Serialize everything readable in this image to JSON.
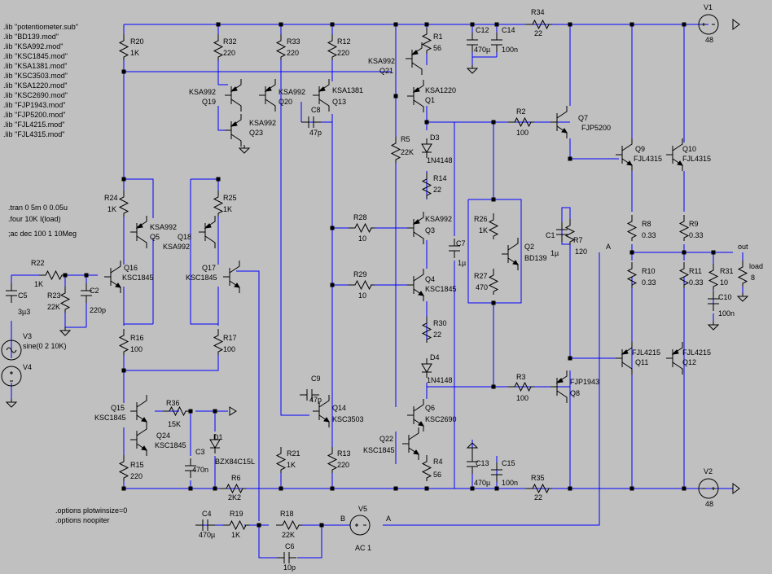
{
  "directives": {
    "libs": [
      ".lib \"potentiometer.sub\"",
      ".lib \"BD139.mod\"",
      ".lib \"KSA992.mod\"",
      ".lib \"KSC1845.mod\"",
      ".lib \"KSA1381.mod\"",
      ".lib \"KSC3503.mod\"",
      ".lib \"KSA1220.mod\"",
      ".lib \"KSC2690.mod\"",
      ".lib \"FJP1943.mod\"",
      ".lib \"FJP5200.mod\"",
      ".lib \"FJL4215.mod\"",
      ".lib \"FJL4315.mod\""
    ],
    "analysis": [
      ".tran 0 5m 0 0.05u",
      ".four 10K I(load)",
      ";ac dec 100 1 10Meg"
    ],
    "options": [
      ".options plotwinsize=0",
      ".options noopiter"
    ]
  },
  "components": {
    "resistors": [
      {
        "ref": "R20",
        "value": "1K"
      },
      {
        "ref": "R32",
        "value": "220"
      },
      {
        "ref": "R33",
        "value": "220"
      },
      {
        "ref": "R12",
        "value": "220"
      },
      {
        "ref": "R1",
        "value": "56"
      },
      {
        "ref": "R34",
        "value": "22"
      },
      {
        "ref": "R5",
        "value": "22K"
      },
      {
        "ref": "R14",
        "value": "22"
      },
      {
        "ref": "R2",
        "value": "100"
      },
      {
        "ref": "R24",
        "value": "1K"
      },
      {
        "ref": "R25",
        "value": "1K"
      },
      {
        "ref": "R28",
        "value": "10"
      },
      {
        "ref": "R26",
        "value": "1K"
      },
      {
        "ref": "R7",
        "value": "120"
      },
      {
        "ref": "R8",
        "value": "0.33"
      },
      {
        "ref": "R9",
        "value": "0.33"
      },
      {
        "ref": "R22",
        "value": "1K"
      },
      {
        "ref": "R23",
        "value": "22K"
      },
      {
        "ref": "R29",
        "value": "10"
      },
      {
        "ref": "R27",
        "value": "470"
      },
      {
        "ref": "R10",
        "value": "0.33"
      },
      {
        "ref": "R11",
        "value": "0.33"
      },
      {
        "ref": "R31",
        "value": "10"
      },
      {
        "ref": "R16",
        "value": "100"
      },
      {
        "ref": "R17",
        "value": "100"
      },
      {
        "ref": "R30",
        "value": "22"
      },
      {
        "ref": "R3",
        "value": "100"
      },
      {
        "ref": "R36",
        "value": "15K"
      },
      {
        "ref": "R21",
        "value": "1K"
      },
      {
        "ref": "R13",
        "value": "220"
      },
      {
        "ref": "R4",
        "value": "56"
      },
      {
        "ref": "R15",
        "value": "220"
      },
      {
        "ref": "R6",
        "value": "2K2"
      },
      {
        "ref": "R35",
        "value": "22"
      },
      {
        "ref": "R19",
        "value": "1K"
      },
      {
        "ref": "R18",
        "value": "22K"
      }
    ],
    "capacitors": [
      {
        "ref": "C12",
        "value": "470µ"
      },
      {
        "ref": "C14",
        "value": "100n"
      },
      {
        "ref": "C8",
        "value": "47p"
      },
      {
        "ref": "C5",
        "value": "3µ3"
      },
      {
        "ref": "C2",
        "value": "220p"
      },
      {
        "ref": "C7",
        "value": "1µ"
      },
      {
        "ref": "C1",
        "value": "1µ"
      },
      {
        "ref": "C10",
        "value": "100n"
      },
      {
        "ref": "C9",
        "value": "47p"
      },
      {
        "ref": "C3",
        "value": "470n"
      },
      {
        "ref": "C13",
        "value": "470µ"
      },
      {
        "ref": "C15",
        "value": "100n"
      },
      {
        "ref": "C4",
        "value": "470µ"
      },
      {
        "ref": "C6",
        "value": "10p"
      }
    ],
    "transistors": [
      {
        "ref": "Q21",
        "model": "KSA992"
      },
      {
        "ref": "Q1",
        "model": "KSA1220"
      },
      {
        "ref": "Q19",
        "model": "KSA992"
      },
      {
        "ref": "Q20",
        "model": "KSA992"
      },
      {
        "ref": "Q13",
        "model": "KSA1381"
      },
      {
        "ref": "Q23",
        "model": "KSA992"
      },
      {
        "ref": "Q7",
        "model": "FJP5200"
      },
      {
        "ref": "Q9",
        "model": "FJL4315"
      },
      {
        "ref": "Q10",
        "model": "FJL4315"
      },
      {
        "ref": "Q5",
        "model": "KSA992"
      },
      {
        "ref": "Q18",
        "model": "KSA992"
      },
      {
        "ref": "Q3",
        "model": "KSA992"
      },
      {
        "ref": "Q2",
        "model": "BD139"
      },
      {
        "ref": "Q16",
        "model": "KSC1845"
      },
      {
        "ref": "Q17",
        "model": "KSC1845"
      },
      {
        "ref": "Q4",
        "model": "KSC1845"
      },
      {
        "ref": "Q11",
        "model": "FJL4215"
      },
      {
        "ref": "Q12",
        "model": "FJL4215"
      },
      {
        "ref": "Q8",
        "model": "FJP1943"
      },
      {
        "ref": "Q15",
        "model": "KSC1845"
      },
      {
        "ref": "Q24",
        "model": "KSC1845"
      },
      {
        "ref": "Q14",
        "model": "KSC3503"
      },
      {
        "ref": "Q6",
        "model": "KSC2690"
      },
      {
        "ref": "Q22",
        "model": "KSC1845"
      }
    ],
    "diodes": [
      {
        "ref": "D3",
        "model": "1N4148"
      },
      {
        "ref": "D4",
        "model": "1N4148"
      },
      {
        "ref": "D1",
        "model": "BZX84C15L"
      }
    ],
    "sources": [
      {
        "ref": "V1",
        "value": "48"
      },
      {
        "ref": "V2",
        "value": "48"
      },
      {
        "ref": "V3",
        "value": "sine(0 2 10K)"
      },
      {
        "ref": "V4",
        "value": ""
      },
      {
        "ref": "V5",
        "value": "AC 1"
      }
    ],
    "load": {
      "ref": "load",
      "value": "8"
    },
    "nets": {
      "out": "out",
      "a": "A",
      "b": "B"
    }
  }
}
